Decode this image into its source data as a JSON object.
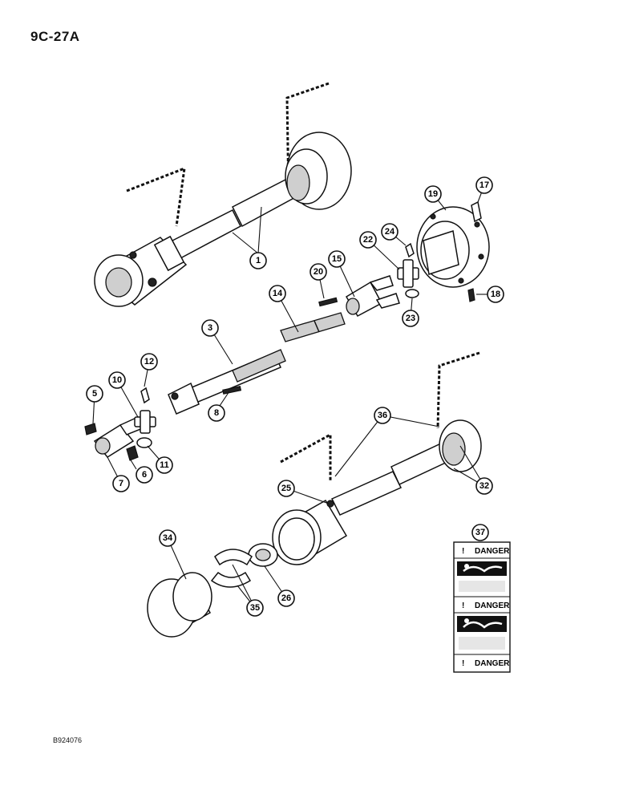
{
  "page": {
    "code": "9C-27A",
    "figure_id": "B924076"
  },
  "callouts": {
    "c1": "1",
    "c3": "3",
    "c5": "5",
    "c6": "6",
    "c7": "7",
    "c8": "8",
    "c10": "10",
    "c11": "11",
    "c12": "12",
    "c14": "14",
    "c15": "15",
    "c17": "17",
    "c18": "18",
    "c19": "19",
    "c20": "20",
    "c22": "22",
    "c23": "23",
    "c24": "24",
    "c25": "25",
    "c26": "26",
    "c32": "32",
    "c34": "34",
    "c35": "35",
    "c36": "36",
    "c37": "37"
  },
  "decal": {
    "label1": "DANGER",
    "label2": "DANGER",
    "label3": "DANGER",
    "mark": "!"
  }
}
